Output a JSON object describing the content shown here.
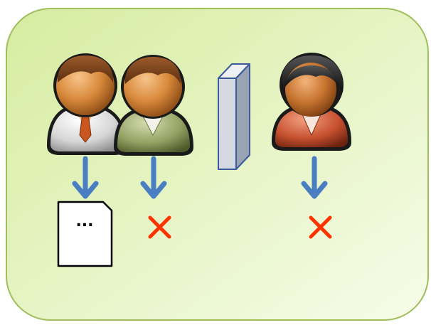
{
  "diagram": {
    "panel": {
      "background_top": "#d9eea6",
      "background_bottom": "#f3fbe3",
      "border": "#9fbf5a"
    },
    "people": [
      {
        "name": "person-with-tie",
        "shirt": "#e9e9e9",
        "tie": "#c8561e",
        "outcome": "document"
      },
      {
        "name": "person-green",
        "shirt": "#8a9a5c",
        "outcome": "denied"
      },
      {
        "name": "person-red",
        "shirt": "#c24a2f",
        "hair": "#222222",
        "outcome": "denied"
      }
    ],
    "barrier": {
      "front": "#d4d8e0",
      "side": "#9aa3b4",
      "edge": "#3a5a9c"
    },
    "arrow_color": "#4a7ec3",
    "document": {
      "text": "..."
    },
    "denied_mark": {
      "symbol": "✕",
      "color": "#ff3300"
    }
  }
}
